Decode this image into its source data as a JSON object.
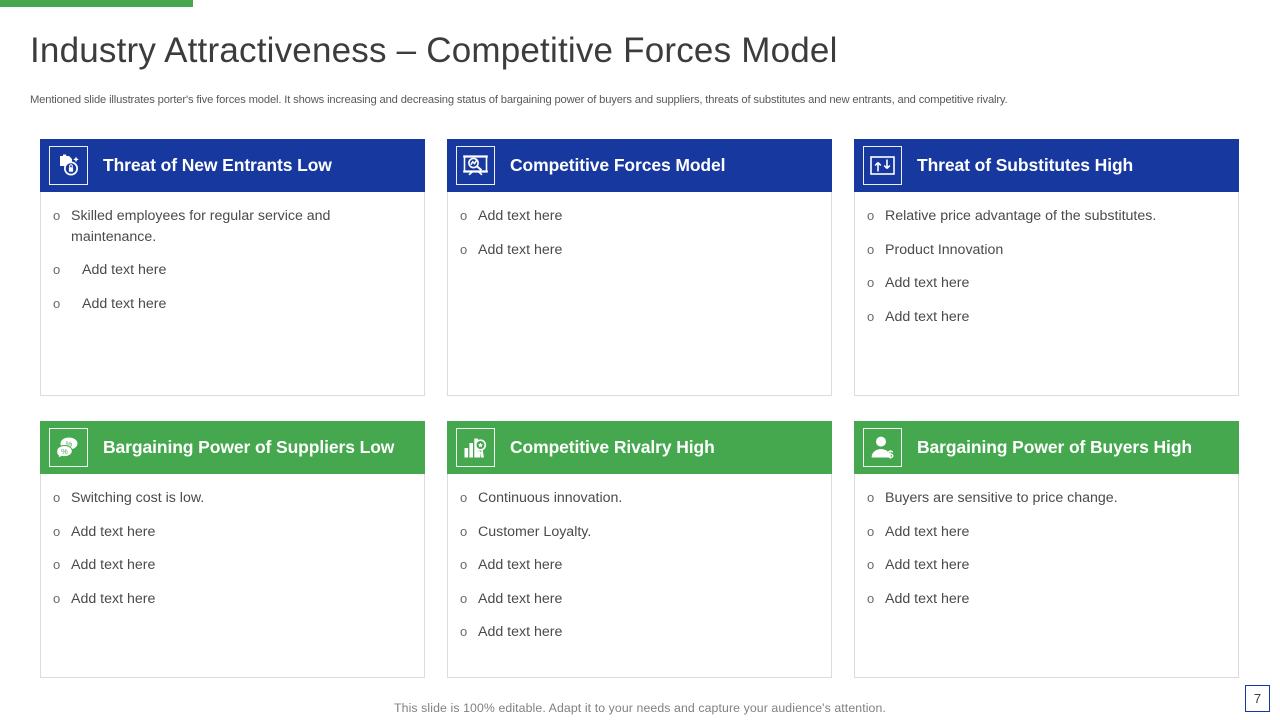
{
  "slide": {
    "title": "Industry Attractiveness – Competitive Forces Model",
    "subtitle": "Mentioned slide illustrates porter's five forces model. It shows increasing and decreasing status of bargaining power of buyers and suppliers, threats of substitutes and new entrants, and competitive rivalry.",
    "footer_note": "This slide is 100% editable. Adapt it to your needs and capture your audience's attention.",
    "page_number": "7"
  },
  "colors": {
    "accent_green": "#45a84e",
    "header_blue": "#17389f",
    "header_green": "#45a84e",
    "title_text": "#3c3c3c",
    "body_text": "#4a4a4a",
    "card_border": "#dcdcdc"
  },
  "cards": [
    {
      "title": "Threat of New Entrants Low",
      "color": "blue",
      "icon": "document-lock-icon",
      "bullets": [
        {
          "text": "Skilled employees for regular service and maintenance.",
          "indented": false
        },
        {
          "text": "Add text here",
          "indented": true
        },
        {
          "text": "Add text here",
          "indented": true
        }
      ]
    },
    {
      "title": "Competitive Forces Model",
      "color": "blue",
      "icon": "presentation-analysis-icon",
      "bullets": [
        {
          "text": "Add text here",
          "indented": false
        },
        {
          "text": "Add text here",
          "indented": false
        }
      ]
    },
    {
      "title": "Threat of Substitutes High",
      "color": "blue",
      "icon": "up-down-arrows-icon",
      "bullets": [
        {
          "text": "Relative price advantage of the substitutes.",
          "indented": false
        },
        {
          "text": "Product Innovation",
          "indented": false
        },
        {
          "text": "Add text here",
          "indented": false
        },
        {
          "text": "Add text here",
          "indented": false
        }
      ]
    },
    {
      "title": "Bargaining Power of Suppliers Low",
      "color": "green",
      "icon": "speech-bubbles-percent-icon",
      "bullets": [
        {
          "text": "Switching cost is low.",
          "indented": false
        },
        {
          "text": "Add text here",
          "indented": false
        },
        {
          "text": "Add text here",
          "indented": false
        },
        {
          "text": "Add text here",
          "indented": false
        }
      ]
    },
    {
      "title": "Competitive Rivalry High",
      "color": "green",
      "icon": "bar-chart-trophy-icon",
      "bullets": [
        {
          "text": "Continuous innovation.",
          "indented": false
        },
        {
          "text": "Customer Loyalty.",
          "indented": false
        },
        {
          "text": "Add text here",
          "indented": false
        },
        {
          "text": "Add text here",
          "indented": false
        },
        {
          "text": "Add text here",
          "indented": false
        }
      ]
    },
    {
      "title": "Bargaining Power of Buyers High",
      "color": "green",
      "icon": "person-dollar-icon",
      "bullets": [
        {
          "text": "Buyers are sensitive to price change.",
          "indented": false
        },
        {
          "text": "Add text here",
          "indented": false
        },
        {
          "text": "Add text here",
          "indented": false
        },
        {
          "text": "Add text here",
          "indented": false
        }
      ]
    }
  ],
  "bullet_marker": "o"
}
